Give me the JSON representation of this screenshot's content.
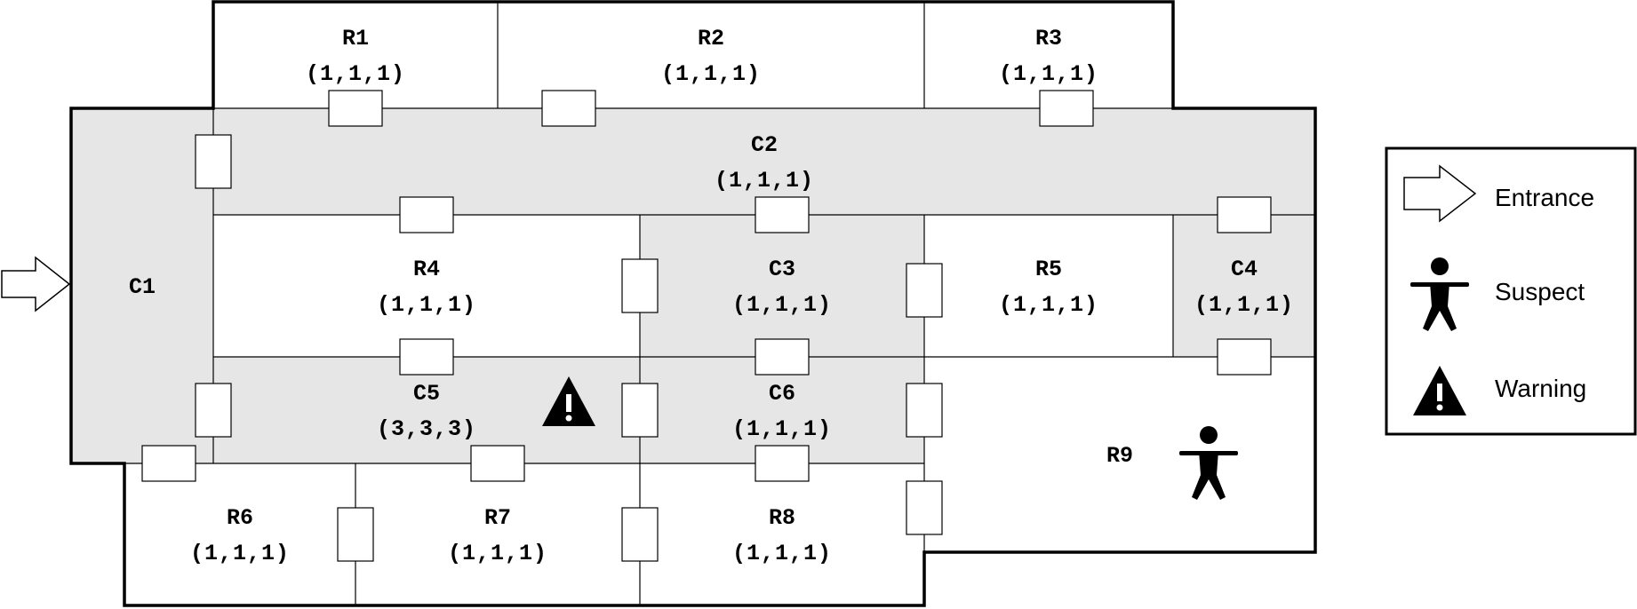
{
  "rooms": [
    {
      "id": "R1",
      "label": "R1",
      "values": "(1,1,1)",
      "corridor": false
    },
    {
      "id": "R2",
      "label": "R2",
      "values": "(1,1,1)",
      "corridor": false
    },
    {
      "id": "R3",
      "label": "R3",
      "values": "(1,1,1)",
      "corridor": false
    },
    {
      "id": "C2",
      "label": "C2",
      "values": "(1,1,1)",
      "corridor": true
    },
    {
      "id": "C1",
      "label": "C1",
      "values": "",
      "corridor": true
    },
    {
      "id": "R4",
      "label": "R4",
      "values": "(1,1,1)",
      "corridor": false
    },
    {
      "id": "C3",
      "label": "C3",
      "values": "(1,1,1)",
      "corridor": true
    },
    {
      "id": "R5",
      "label": "R5",
      "values": "(1,1,1)",
      "corridor": false
    },
    {
      "id": "C4",
      "label": "C4",
      "values": "(1,1,1)",
      "corridor": true
    },
    {
      "id": "C5",
      "label": "C5",
      "values": "(3,3,3)",
      "corridor": true
    },
    {
      "id": "C6",
      "label": "C6",
      "values": "(1,1,1)",
      "corridor": true
    },
    {
      "id": "R9",
      "label": "R9",
      "values": "",
      "corridor": false
    },
    {
      "id": "R6",
      "label": "R6",
      "values": "(1,1,1)",
      "corridor": false
    },
    {
      "id": "R7",
      "label": "R7",
      "values": "(1,1,1)",
      "corridor": false
    },
    {
      "id": "R8",
      "label": "R8",
      "values": "(1,1,1)",
      "corridor": false
    }
  ],
  "legend": {
    "entrance": "Entrance",
    "suspect": "Suspect",
    "warning": "Warning"
  },
  "markers": {
    "entrance_room": "C1",
    "suspect_room": "R9",
    "warning_room": "C5"
  },
  "colors": {
    "corridor": "#e6e6e6",
    "room": "#ffffff",
    "walls": "#000000"
  }
}
